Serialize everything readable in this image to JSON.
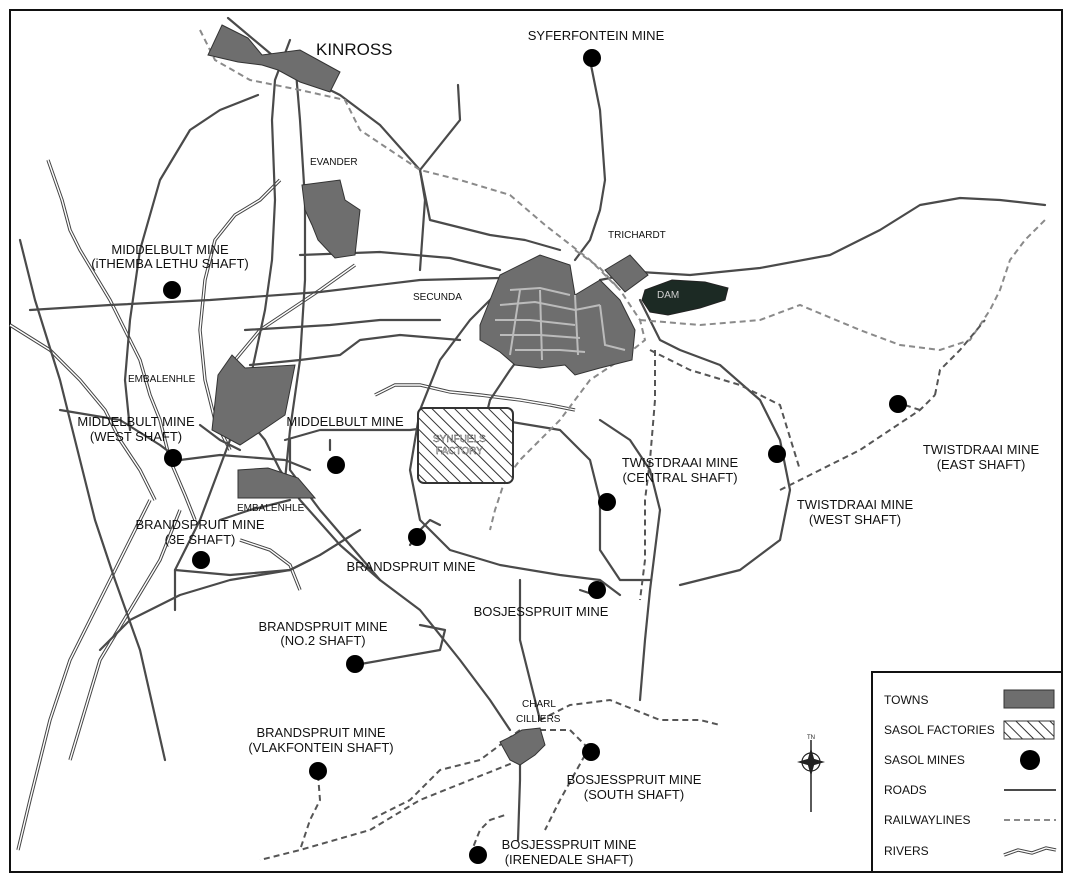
{
  "towns": {
    "kinross": "KINROSS",
    "evander": "EVANDER",
    "trichardt": "TRICHARDT",
    "secunda": "SECUNDA",
    "embalenhle_north": "EMBALENHLE",
    "embalenhle_south": "EMBALENHLE",
    "charl_cilliers_line1": "CHARL",
    "charl_cilliers_line2": "CILLIERS"
  },
  "features": {
    "dam": "DAM",
    "synfuels_line1": "SYNFUELS",
    "synfuels_line2": "FACTORY"
  },
  "mines": [
    {
      "id": "syferfontein",
      "lines": [
        "SYFERFONTEIN MINE"
      ]
    },
    {
      "id": "middelbult-ithemba",
      "lines": [
        "MIDDELBULT MINE",
        "(iTHEMBA LETHU SHAFT)"
      ]
    },
    {
      "id": "middelbult-west",
      "lines": [
        "MIDDELBULT MINE",
        "(WEST SHAFT)"
      ]
    },
    {
      "id": "middelbult",
      "lines": [
        "MIDDELBULT MINE"
      ]
    },
    {
      "id": "brandspruit-3e",
      "lines": [
        "BRANDSPRUIT MINE",
        "(3E SHAFT)"
      ]
    },
    {
      "id": "brandspruit",
      "lines": [
        "BRANDSPRUIT MINE"
      ]
    },
    {
      "id": "brandspruit-no2",
      "lines": [
        "BRANDSPRUIT MINE",
        "(NO.2 SHAFT)"
      ]
    },
    {
      "id": "brandspruit-vlakfontein",
      "lines": [
        "BRANDSPRUIT MINE",
        "(VLAKFONTEIN SHAFT)"
      ]
    },
    {
      "id": "bosjesspruit",
      "lines": [
        "BOSJESSPRUIT MINE"
      ]
    },
    {
      "id": "bosjesspruit-south",
      "lines": [
        "BOSJESSPRUIT MINE",
        "(SOUTH SHAFT)"
      ]
    },
    {
      "id": "bosjesspruit-irenedale",
      "lines": [
        "BOSJESSPRUIT MINE",
        "(IRENEDALE SHAFT)"
      ]
    },
    {
      "id": "twistdraai-central",
      "lines": [
        "TWISTDRAAI MINE",
        "(CENTRAL SHAFT)"
      ]
    },
    {
      "id": "twistdraai-west",
      "lines": [
        "TWISTDRAAI MINE",
        "(WEST SHAFT)"
      ]
    },
    {
      "id": "twistdraai-east",
      "lines": [
        "TWISTDRAAI MINE",
        "(EAST SHAFT)"
      ]
    }
  ],
  "legend": {
    "towns": "TOWNS",
    "sasol_factories": "SASOL  FACTORIES",
    "sasol_mines": "SASOL  MINES",
    "roads": "ROADS",
    "railwaylines": "RAILWAYLINES",
    "rivers": "RIVERS"
  },
  "compass": {
    "label": "TN"
  },
  "colors": {
    "town_fill": "#6e6e6e",
    "dam_fill": "#1c2a24",
    "road": "#4a4a4a",
    "railway": "#8a8a8a",
    "mine": "#000000"
  }
}
